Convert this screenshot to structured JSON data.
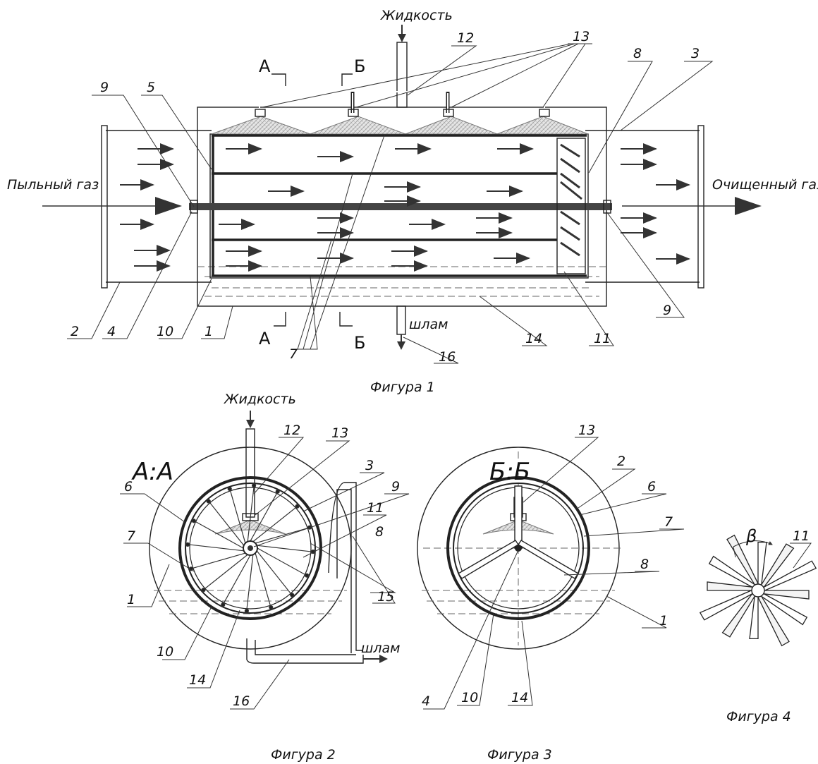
{
  "fig1": {
    "caption": "Фигура 1",
    "inlet_label": "Пыльный газ",
    "outlet_label": "Очищенный газ",
    "liquid_label": "Жидкость",
    "sludge_label": "шлам",
    "section_a": "А",
    "section_b": "Б",
    "callouts": [
      "9",
      "5",
      "12",
      "13",
      "8",
      "3",
      "9",
      "2",
      "4",
      "10",
      "1",
      "7",
      "16",
      "14",
      "11"
    ]
  },
  "fig2": {
    "caption": "Фигура 2",
    "title": "А:А",
    "liquid_label": "Жидкость",
    "sludge_label": "шлам",
    "callouts": [
      "12",
      "13",
      "3",
      "9",
      "11",
      "8",
      "6",
      "7",
      "1",
      "10",
      "14",
      "16",
      "15"
    ]
  },
  "fig3": {
    "caption": "Фигура 3",
    "title": "Б:Б",
    "callouts": [
      "13",
      "2",
      "6",
      "7",
      "8",
      "1",
      "4",
      "10",
      "14"
    ]
  },
  "fig4": {
    "caption": "Фигура 4",
    "angle_label": "β",
    "callouts": [
      "11"
    ]
  },
  "colors": {
    "line": "#222222",
    "hatch": "#888888",
    "background": "#ffffff"
  }
}
